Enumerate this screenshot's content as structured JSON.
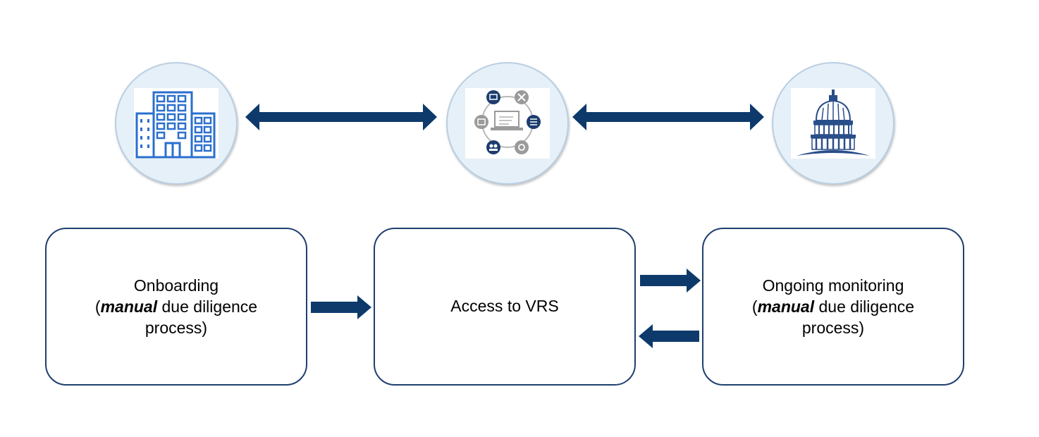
{
  "colors": {
    "arrow": "#0d3a6b",
    "icon_blue": "#2a6fce",
    "circle_fill": "#e6f0f8",
    "box_border": "#1f3f6e"
  },
  "icons": {
    "left": "office-building-icon",
    "middle": "system-network-icon",
    "right": "capitol-dome-icon"
  },
  "boxes": {
    "onboarding": {
      "line1": "Onboarding",
      "open_paren": "(",
      "emphasis": "manual",
      "rest": " due diligence",
      "line3": "process)"
    },
    "access": {
      "label": "Access to VRS"
    },
    "monitoring": {
      "line1": "Ongoing monitoring",
      "open_paren": "(",
      "emphasis": "manual",
      "rest": " due diligence",
      "line3": "process)"
    }
  }
}
